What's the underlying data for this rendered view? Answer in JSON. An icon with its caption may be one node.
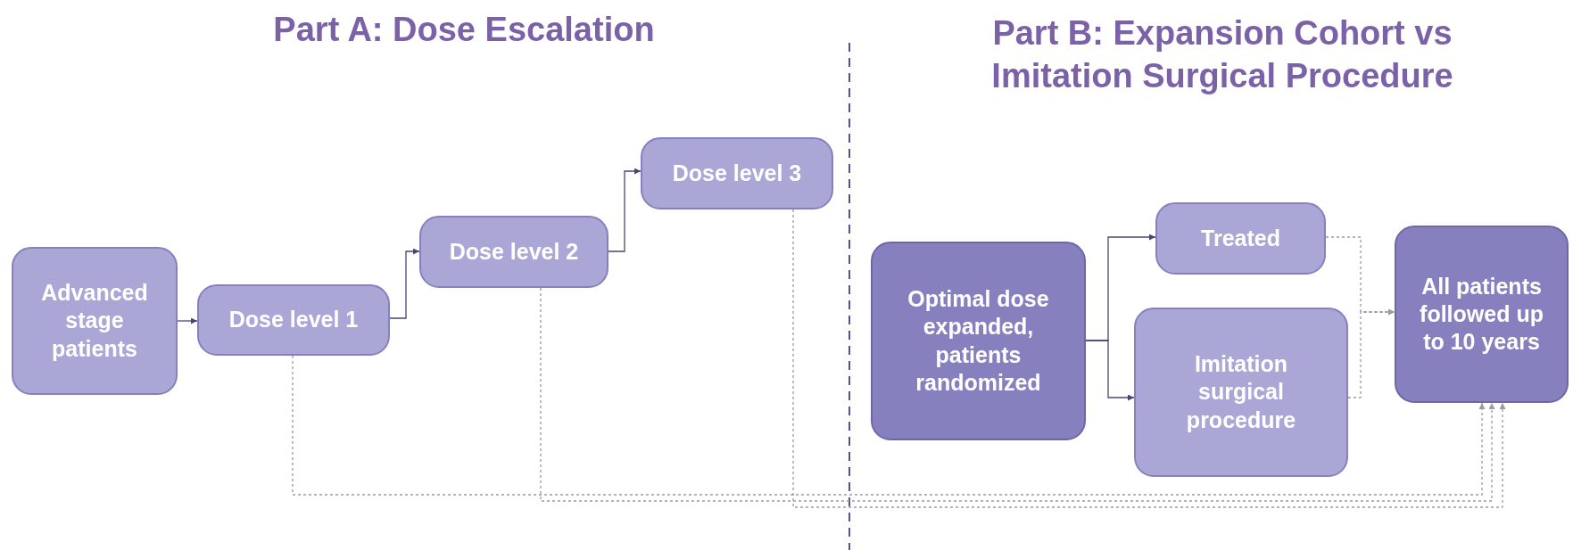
{
  "diagram": {
    "nodes": [
      {
        "text": [
          "Advanced stage patients"
        ]
      },
      {
        "text": [
          "Dose level 1"
        ]
      },
      {
        "text": [
          "Dose level 2"
        ]
      },
      {
        "text": [
          "Dose level 3"
        ]
      },
      {
        "text": [
          "Optimal dose expanded, patients randomized"
        ]
      },
      {
        "text": [
          "Treated"
        ]
      },
      {
        "text": [
          "Imitation surgical procedure"
        ]
      },
      {
        "text": [
          "All patients followed up to 10 years"
        ]
      }
    ],
    "edges": [
      {
        "from": 0,
        "to": 1,
        "arrow": "to"
      },
      {
        "from": 1,
        "to": 2,
        "arrow": "to"
      },
      {
        "from": 2,
        "to": 3,
        "arrow": "to"
      },
      {
        "from": 4,
        "to": 5,
        "arrow": "to"
      },
      {
        "from": 4,
        "to": 6,
        "arrow": "to"
      },
      {
        "from": 5,
        "to": 7,
        "arrow": "to",
        "style": "dashed",
        "color": "#9a9aa6"
      },
      {
        "from": 6,
        "to": 7,
        "arrow": "to",
        "style": "dashed",
        "color": "#9a9aa6"
      },
      {
        "from": 1,
        "to": 7,
        "arrow": "to",
        "style": "dashed",
        "color": "#9a9aa6"
      },
      {
        "from": 2,
        "to": 7,
        "arrow": "to",
        "style": "dashed",
        "color": "#9a9aa6"
      },
      {
        "from": 3,
        "to": 7,
        "arrow": "to",
        "style": "dashed",
        "color": "#9a9aa6"
      }
    ],
    "labels": [
      "Part A: Dose Escalation",
      "Part B: Expansion Cohort vs Imitation Surgical Procedure"
    ]
  }
}
